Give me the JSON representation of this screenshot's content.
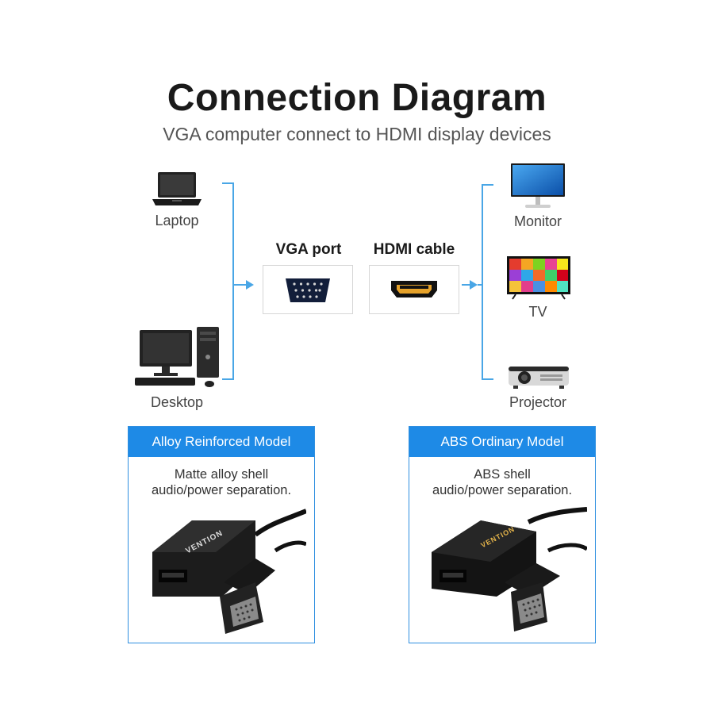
{
  "header": {
    "title": "Connection Diagram",
    "subtitle": "VGA computer connect to HDMI display devices"
  },
  "sources": [
    {
      "label": "Laptop",
      "icon": "laptop-icon"
    },
    {
      "label": "Desktop",
      "icon": "desktop-computer-icon"
    }
  ],
  "ports": {
    "vga_label": "VGA port",
    "hdmi_label": "HDMI cable"
  },
  "displays": [
    {
      "label": "Monitor",
      "icon": "monitor-icon"
    },
    {
      "label": "TV",
      "icon": "tv-icon"
    },
    {
      "label": "Projector",
      "icon": "projector-icon"
    }
  ],
  "models": [
    {
      "title": "Alloy Reinforced Model",
      "desc_line1": "Matte alloy shell",
      "desc_line2": "audio/power separation.",
      "brand": "VENTION"
    },
    {
      "title": "ABS Ordinary Model",
      "desc_line1": "ABS shell",
      "desc_line2": "audio/power separation.",
      "brand": "VENTION"
    }
  ],
  "colors": {
    "accent_blue": "#1e8ae6",
    "line_blue": "#49a6e6",
    "title": "#1a1a1a"
  }
}
